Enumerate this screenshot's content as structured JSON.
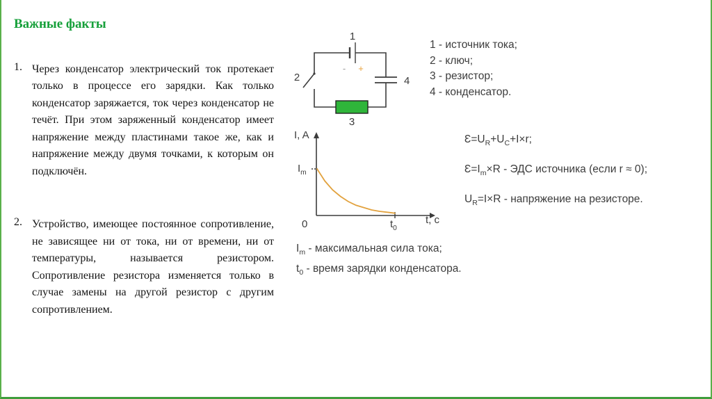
{
  "title": "Важные факты",
  "facts": [
    {
      "number": "1.",
      "text": "Через конденсатор электрический ток протекает только в процессе его зарядки. Как только конденсатор заряжается, ток через конденсатор не течёт. При этом заряженный конденсатор имеет напряжение между пластинами такое же, как и напряжение между двумя точками, к которым он подключён."
    },
    {
      "number": "2.",
      "text": "Устройство, имеющее постоянное сопротивление, не зависящее ни от тока, ни от времени, ни от температуры, называется резистором. Сопротивление резистора изменяется только в случае замены на другой резистор с другим сопротивлением."
    }
  ],
  "circuit": {
    "labels": {
      "source": "1",
      "key": "2",
      "resistor": "3",
      "capacitor": "4",
      "minus": "-",
      "plus": "+"
    },
    "legend": [
      "1 - источник тока;",
      "2 - ключ;",
      "3 - резистор;",
      "4 - конденсатор."
    ]
  },
  "formulas": [
    {
      "p1": "Ɛ=U",
      "s1": "R",
      "p2": "+U",
      "s2": "C",
      "p3": "+I×r;"
    },
    {
      "p1": "Ɛ=I",
      "s1": "m",
      "p2": "×R - ЭДС источника (если r ≈ 0);"
    },
    {
      "p1": "U",
      "s1": "R",
      "p2": "=I×R - напряжение на резисторе."
    }
  ],
  "notes": [
    {
      "p1": "I",
      "s1": "m",
      "p2": " - максимальная сила тока;"
    },
    {
      "p1": "t",
      "s1": "0",
      "p2": " - время зарядки конденсатора."
    }
  ],
  "chart_data": {
    "type": "line",
    "title": "",
    "ylabel": "I, A",
    "xlabel": "t, c",
    "x_tick_labels": [
      "0",
      "t0"
    ],
    "y_tick_labels": [
      "Im"
    ],
    "units": "normalized: x in units of t0, y in units of Im",
    "xlim": [
      0,
      1.4
    ],
    "ylim": [
      0,
      1.5
    ],
    "grid": false,
    "series": [
      {
        "name": "ток зарядки конденсатора (экспоненциальный спад)",
        "x": [
          0,
          0.1,
          0.2,
          0.3,
          0.4,
          0.5,
          0.6,
          0.7,
          0.8,
          0.9,
          1.0
        ],
        "values": [
          1,
          0.74,
          0.55,
          0.41,
          0.3,
          0.22,
          0.17,
          0.12,
          0.09,
          0.07,
          0.05
        ]
      }
    ],
    "axis_labels": {
      "origin": "0",
      "ymax": {
        "p1": "I",
        "s1": "m"
      },
      "x0": {
        "p1": "t",
        "s1": "0"
      }
    }
  },
  "colors": {
    "accent_green": "#16a03a",
    "resistor_green": "#2fb53a",
    "border_green": "#5ab04a",
    "curve_orange": "#e2a23e",
    "plus_orange": "#e8a23c",
    "minus_gray": "#9a9a9a"
  }
}
